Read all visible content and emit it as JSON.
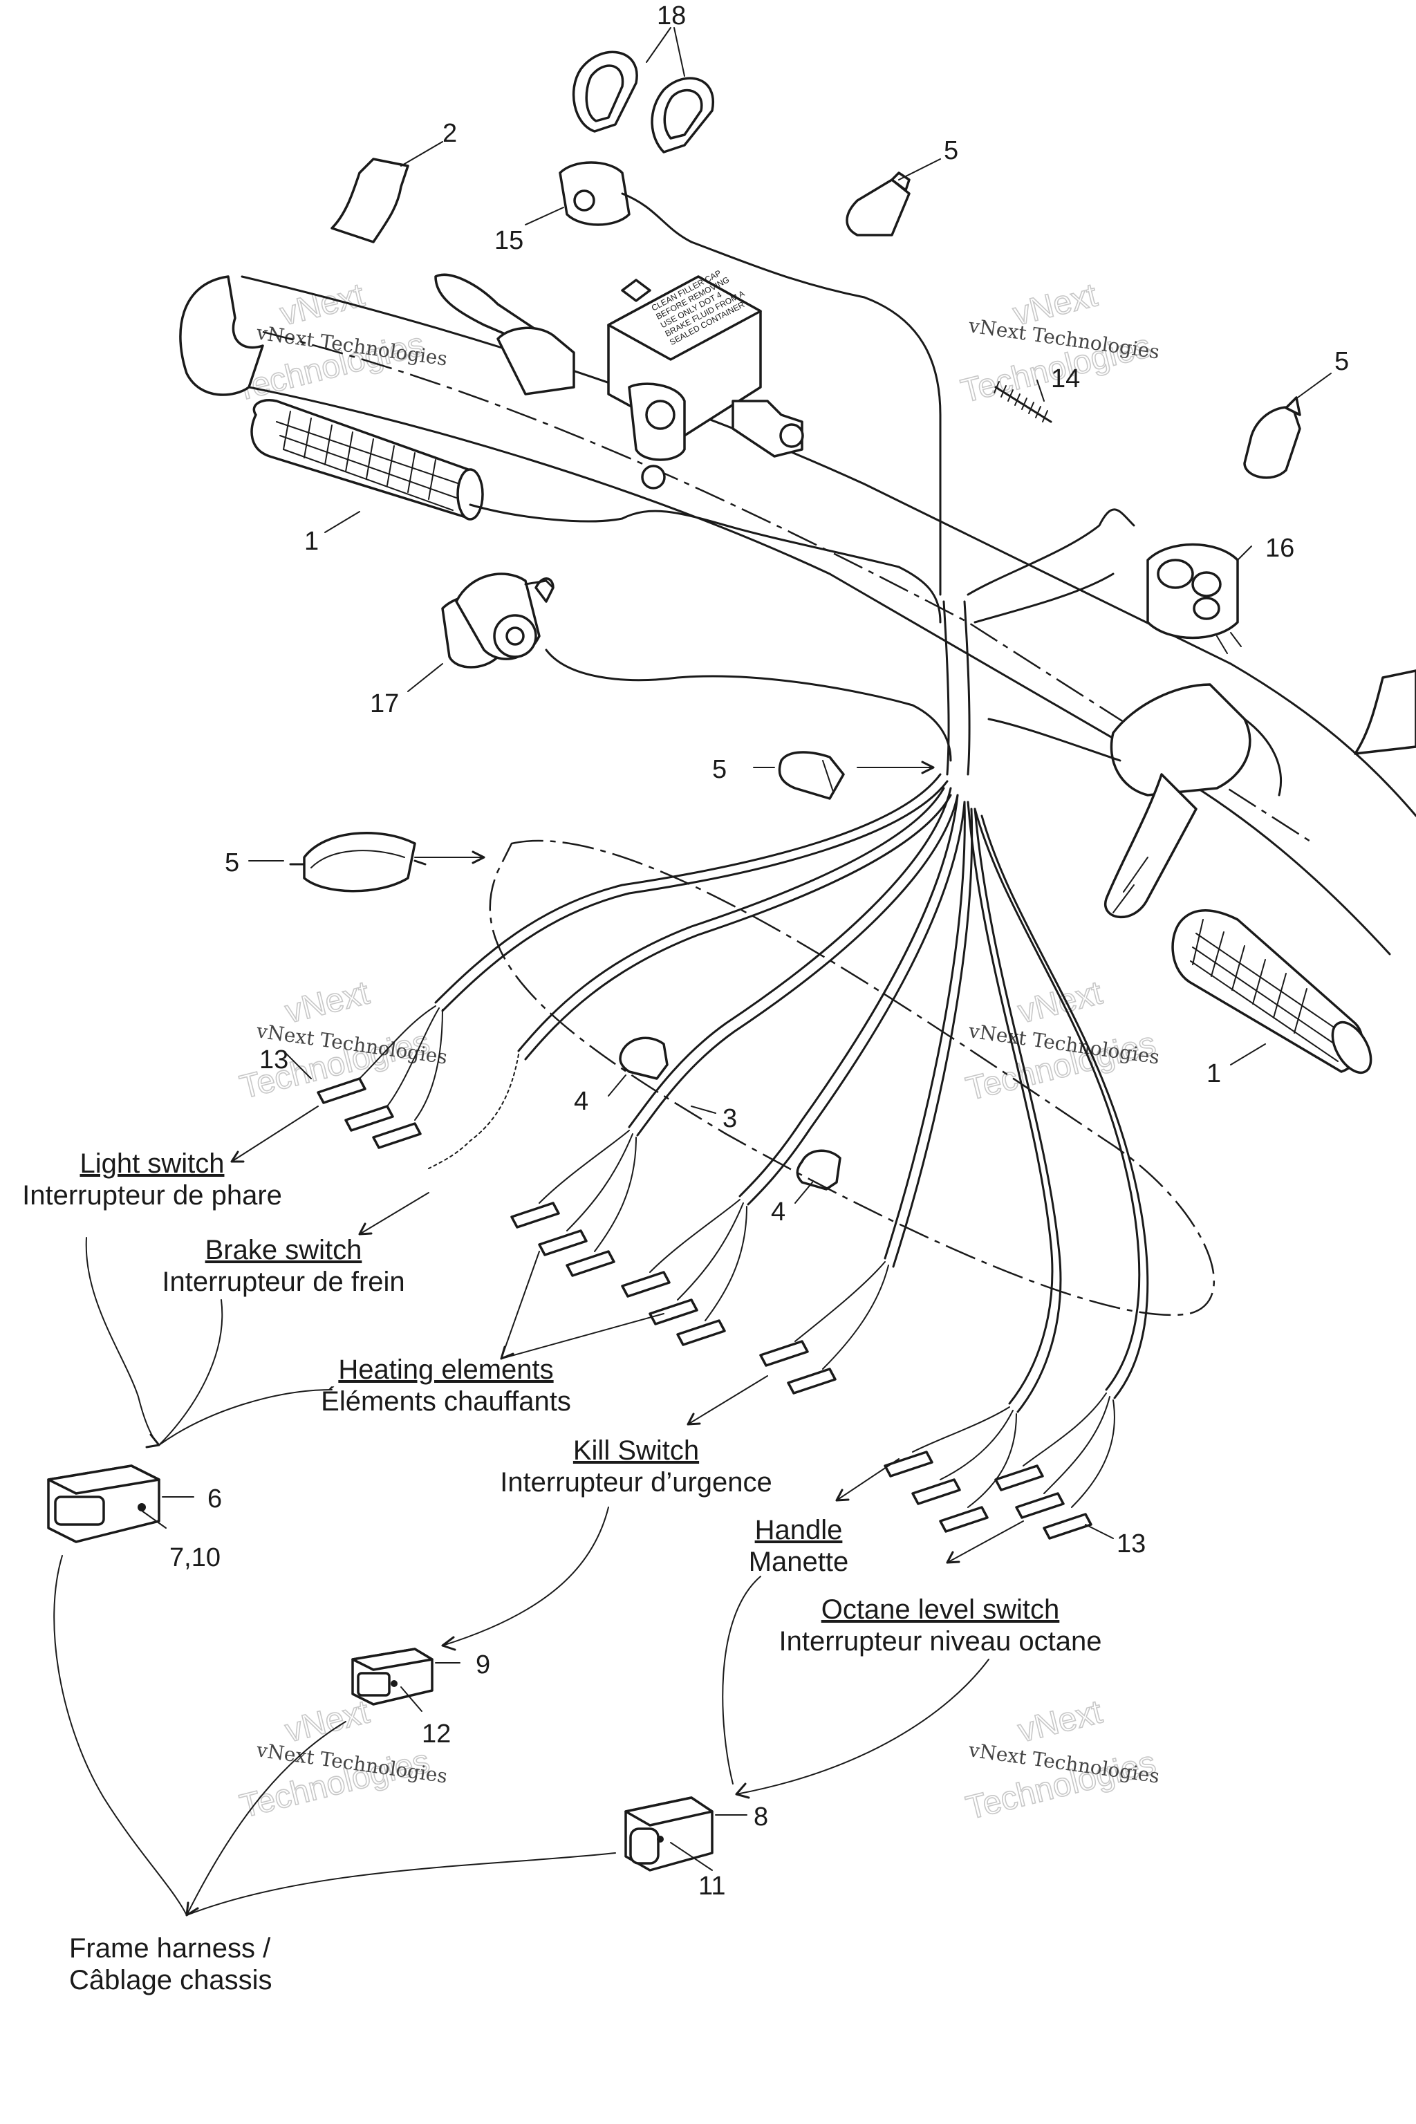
{
  "callouts": {
    "n1": "1",
    "n2": "2",
    "n3": "3",
    "n4": "4",
    "n5": "5",
    "n6": "6",
    "n7_10": "7,10",
    "n8": "8",
    "n9": "9",
    "n11": "11",
    "n12": "12",
    "n13": "13",
    "n14": "14",
    "n15": "15",
    "n16": "16",
    "n17": "17",
    "n18": "18"
  },
  "labels": {
    "light_switch": {
      "en": "Light switch",
      "fr": "Interrupteur de phare"
    },
    "brake_switch": {
      "en": "Brake switch",
      "fr": "Interrupteur de frein"
    },
    "heating_elements": {
      "en": "Heating elements",
      "fr": "Éléments chauffants"
    },
    "kill_switch": {
      "en": "Kill Switch",
      "fr": "Interrupteur d’urgence"
    },
    "handle": {
      "en": "Handle",
      "fr": "Manette"
    },
    "octane_level_switch": {
      "en": "Octane level switch",
      "fr": "Interrupteur niveau octane"
    },
    "frame_harness": {
      "line1": "Frame harness /",
      "line2": "Câblage chassis"
    }
  },
  "watermark": {
    "line1": "vNext Technologies",
    "line2": "vNext",
    "line3": "Technologies"
  },
  "reservoir_cap_text": [
    "CLEAN FILLER CAP",
    "BEFORE REMOVING",
    "USE ONLY DOT 4",
    "BRAKE FLUID FROM A",
    "SEALED CONTAINER"
  ]
}
